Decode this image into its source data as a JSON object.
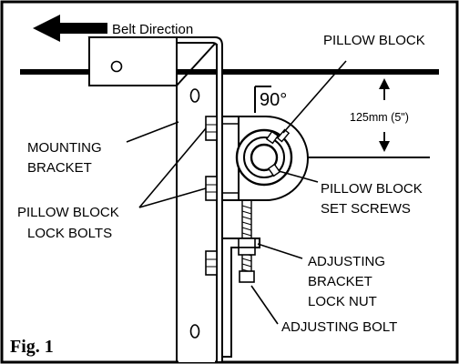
{
  "diagram": {
    "figure_label": "Fig. 1",
    "belt_direction": "Belt Direction",
    "angle": "90°",
    "dimension": "125mm (5\")",
    "labels": {
      "pillow_block": "PILLOW BLOCK",
      "mounting_bracket_1": "MOUNTING",
      "mounting_bracket_2": "BRACKET",
      "pillow_block_lock_bolts_1": "PILLOW BLOCK",
      "pillow_block_lock_bolts_2": "LOCK BOLTS",
      "pillow_block_set_screws_1": "PILLOW BLOCK",
      "pillow_block_set_screws_2": "SET SCREWS",
      "adjusting_bracket_lock_nut_1": "ADJUSTING",
      "adjusting_bracket_lock_nut_2": "BRACKET",
      "adjusting_bracket_lock_nut_3": "LOCK NUT",
      "adjusting_bolt": "ADJUSTING BOLT"
    }
  }
}
